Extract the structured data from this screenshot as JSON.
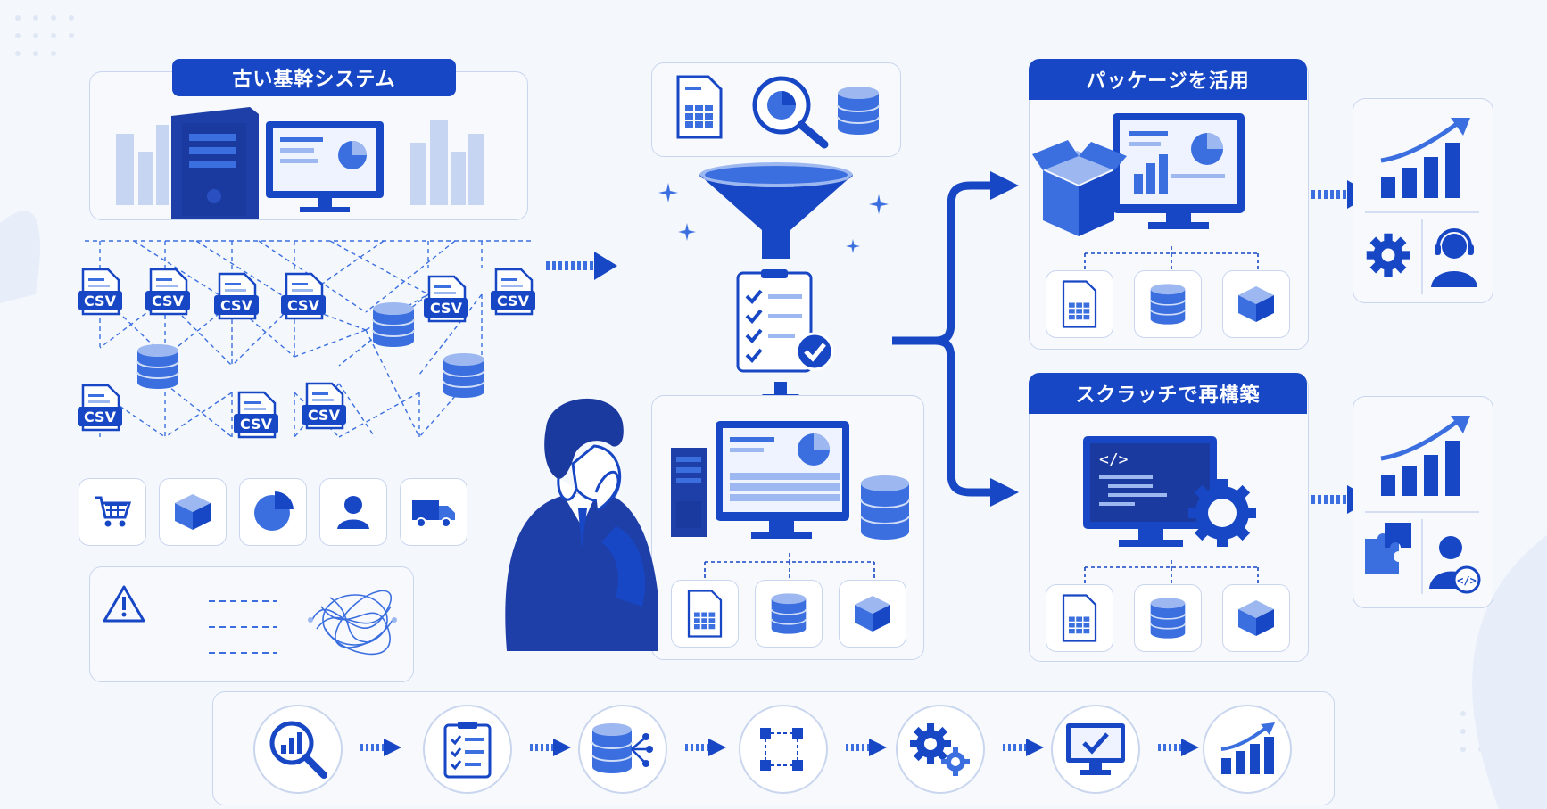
{
  "legacy": {
    "title": "古い基幹システム"
  },
  "package": {
    "title": "パッケージを活用"
  },
  "scratch": {
    "title": "スクラッチで再構築"
  },
  "csv_label": "CSV",
  "colors": {
    "primary": "#1747c4",
    "mid": "#3b6fe0",
    "light": "#9db8f0",
    "panel_border": "#c9d6ee",
    "background": "#f4f7fc"
  },
  "icons": {
    "legacy_outputs": [
      "cart-icon",
      "box-icon",
      "pie-chart-icon",
      "user-icon",
      "truck-icon"
    ],
    "analysis_inputs": [
      "spreadsheet-icon",
      "magnifier-chart-icon",
      "database-icon"
    ],
    "result_outputs": [
      "spreadsheet-icon",
      "database-icon",
      "box-icon"
    ],
    "process_steps": [
      "analysis-icon",
      "checklist-icon",
      "data-flow-icon",
      "workflow-icon",
      "gears-icon",
      "monitor-check-icon",
      "growth-chart-icon"
    ]
  }
}
